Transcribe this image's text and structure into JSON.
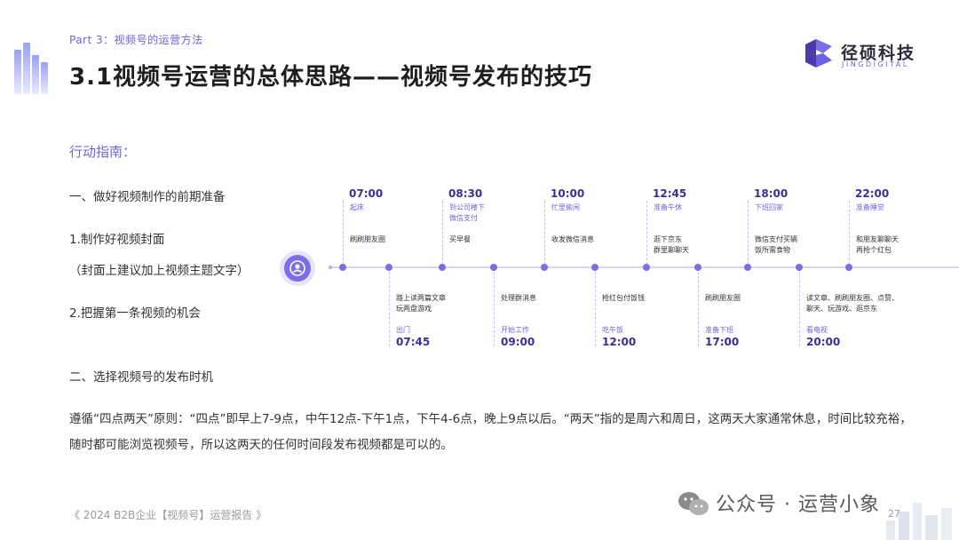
{
  "header": {
    "kicker": "Part 3：视频号的运营方法",
    "title": "3.1视频号运营的总体思路——视频号发布的技巧"
  },
  "logo": {
    "cn": "径硕科技",
    "en": "JINGDIGITAL"
  },
  "guide": {
    "heading": "行动指南："
  },
  "left": {
    "step_one": "一、做好视频制作的前期准备",
    "cover": "1.制作好视频封面",
    "cover_note": "（封面上建议加上视频主题文字）",
    "first_chance": "2.把握第一条视频的机会",
    "step_two": "二、选择视频号的发布时机"
  },
  "timeline": {
    "top": [
      {
        "time": "07:00",
        "label": "起床",
        "desc": [
          "刷刷朋友圈"
        ]
      },
      {
        "time": "08:30",
        "label": "到公司楼下\n微信支付",
        "desc": [
          "买早餐"
        ]
      },
      {
        "time": "10:00",
        "label": "忙里偷闲",
        "desc": [
          "收发微信消息"
        ]
      },
      {
        "time": "12:45",
        "label": "准备午休",
        "desc": [
          "逛下京东",
          "群里聊聊天"
        ]
      },
      {
        "time": "18:00",
        "label": "下班回家",
        "desc": [
          "微信支付买辆",
          "饭所需食物"
        ]
      },
      {
        "time": "22:00",
        "label": "准备睡觉",
        "desc": [
          "和朋友聊聊天",
          "再抢个红包"
        ]
      }
    ],
    "bottom": [
      {
        "time": "07:45",
        "label": "出门",
        "desc": [
          "路上读两篇文章",
          "玩两盘游戏"
        ]
      },
      {
        "time": "09:00",
        "label": "开始工作",
        "desc": [
          "处理群消息"
        ]
      },
      {
        "time": "12:00",
        "label": "吃午饭",
        "desc": [
          "抢红包付饭钱"
        ]
      },
      {
        "time": "17:00",
        "label": "准备下班",
        "desc": [
          "刷刷朋友圈"
        ]
      },
      {
        "time": "20:00",
        "label": "看电视",
        "desc": [
          "读文章、刷刷朋友圈、点赞、",
          "聊天、玩游戏、逛京东"
        ]
      }
    ]
  },
  "principle": {
    "text": "遵循“四点两天”原则：“四点”即早上7-9点，中午12点-下午1点，下午4-6点，晚上9点以后。“两天”指的是周六和周日，这两天大家通常休息，时间比较充裕，随时都可能浏览视频号，所以这两天的任何时间段发布视频都是可以的。"
  },
  "footer": {
    "report": "《 2024 B2B企业【视频号】运营报告 》",
    "watermark": "公众号 · 运营小象",
    "page": "27"
  },
  "colors": {
    "accent": "#6c63e0",
    "dark_accent": "#3a2f9a",
    "line": "#d7d6f5"
  },
  "icons": [
    "user-avatar-icon",
    "wechat-icon",
    "jingdigital-logo-icon"
  ]
}
